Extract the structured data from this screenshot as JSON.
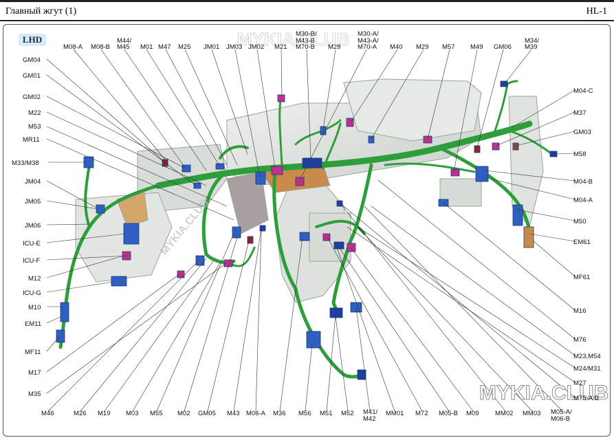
{
  "header": {
    "title": "Главный    жгут  (1)",
    "code": "HL-1"
  },
  "badge": "LHD",
  "watermarks": [
    "MYKIA.CLUB",
    "MYKIA.CLUB",
    "MYKIA.CLUB"
  ],
  "colors": {
    "harness": "#2e9e3a",
    "connector_blue": "#2f5fbf",
    "connector_magenta": "#c0308a",
    "leader": "#333333"
  },
  "labels": {
    "top": [
      "M08-A",
      "M08-B",
      "M44/",
      "M45",
      "M01",
      "M47",
      "M25",
      "JM01",
      "JM03",
      "JM02",
      "M21",
      "M30-B/",
      "M43-B",
      "M70-B",
      "M28",
      "M30-A/",
      "M43-A/",
      "M70-A",
      "M40",
      "M29",
      "M57",
      "M49",
      "GM06",
      "M34/",
      "M39"
    ],
    "left": [
      "GM04",
      "GM01",
      "GM02",
      "M22",
      "M53",
      "MR11",
      "M33/M38",
      "JM04",
      "JM05",
      "JM06",
      "ICU-E",
      "ICU-F",
      "M12",
      "ICU-G",
      "M10",
      "EM11",
      "MF11",
      "M17",
      "M35"
    ],
    "right": [
      "M04-C",
      "M37",
      "GM03",
      "M58",
      "M04-B",
      "M04-A",
      "M50",
      "EM61",
      "MF61",
      "M16",
      "M76",
      "M23,M54",
      "M24/M31",
      "M27",
      "M75-A/B"
    ],
    "bottom": [
      "M46",
      "M26",
      "M19",
      "M03",
      "M55",
      "M02",
      "GM05",
      "M43",
      "M06-A",
      "M36",
      "M56",
      "M51",
      "M52",
      "M41/",
      "M42",
      "MM01",
      "M72",
      "M05-B",
      "M09",
      "MM02",
      "MM03",
      "M05-A/",
      "M06-B"
    ]
  }
}
